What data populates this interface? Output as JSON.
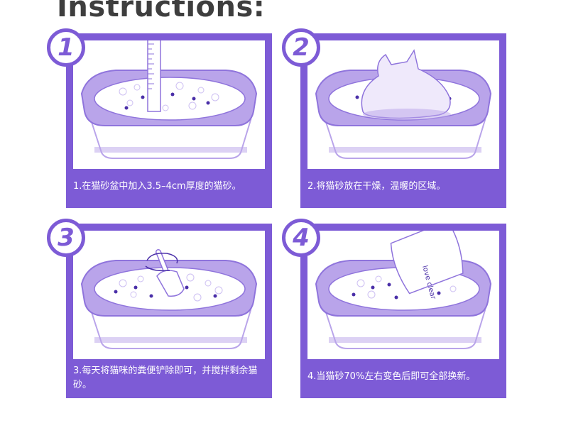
{
  "heading": "Instructions:",
  "steps": [
    {
      "number": "1",
      "caption": "1.在猫砂盆中加入3.5–4cm厚度的猫砂。",
      "icon": "litter-box-ruler-icon"
    },
    {
      "number": "2",
      "caption": "2.将猫砂放在干燥，温暖的区域。",
      "icon": "litter-box-cat-icon"
    },
    {
      "number": "3",
      "caption": "3.每天将猫咪的粪便铲除即可，并搅拌剩余猫砂。",
      "icon": "litter-box-scoop-icon"
    },
    {
      "number": "4",
      "caption": "4.当猫砂70%左右变色后即可全部换新。",
      "icon": "litter-box-bag-icon"
    }
  ],
  "bag_brand": "love clear",
  "colors": {
    "panel": "#7d5bd6",
    "box": "#b9a4ea",
    "dot": "#4a2fa8"
  }
}
